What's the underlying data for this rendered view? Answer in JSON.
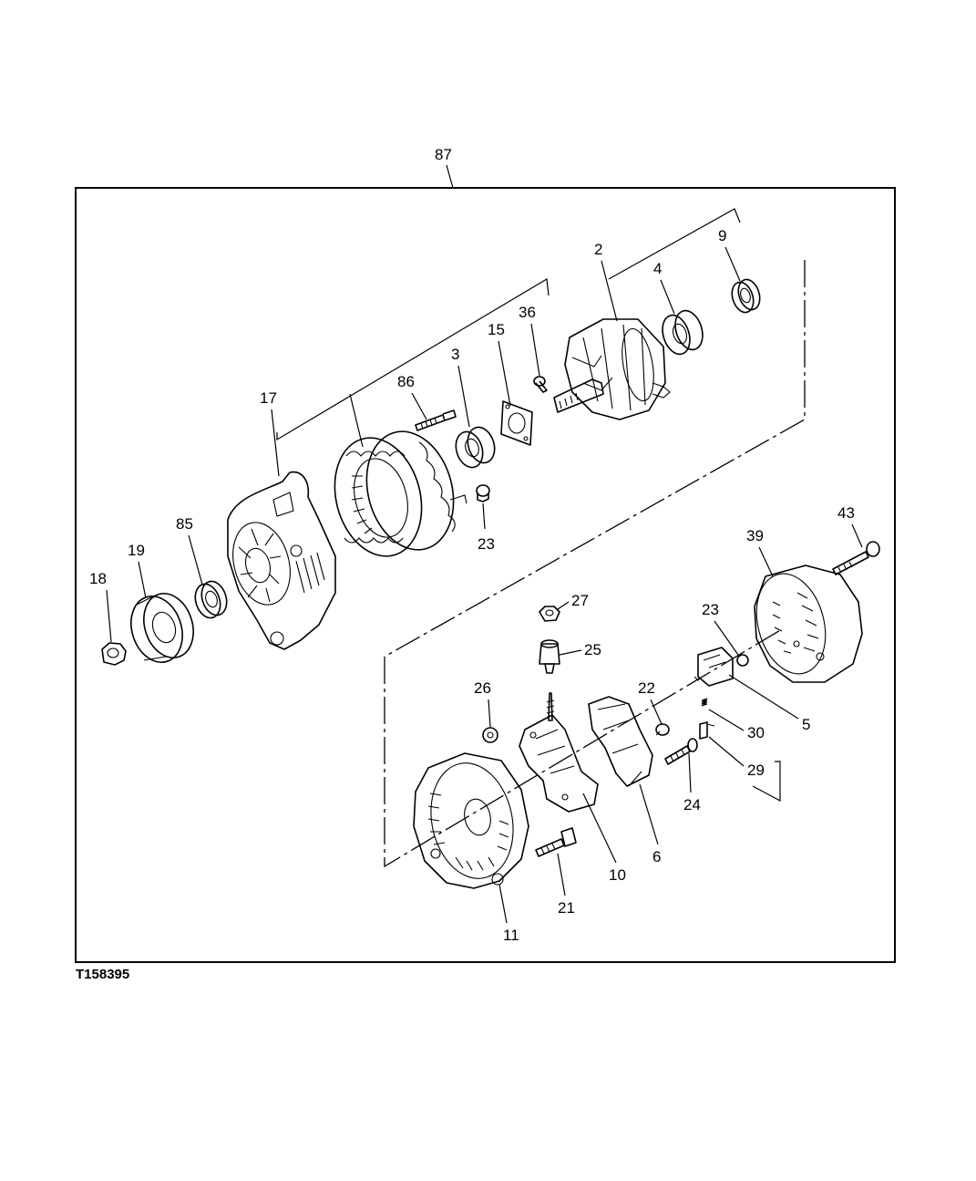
{
  "figure": {
    "id": "T158395",
    "assembly_label": "87"
  },
  "callouts": {
    "c2": "2",
    "c3": "3",
    "c4": "4",
    "c5": "5",
    "c6": "6",
    "c9": "9",
    "c10": "10",
    "c11": "11",
    "c15": "15",
    "c17": "17",
    "c18": "18",
    "c19": "19",
    "c21": "21",
    "c22": "22",
    "c23a": "23",
    "c23b": "23",
    "c24": "24",
    "c25": "25",
    "c26": "26",
    "c27": "27",
    "c29": "29",
    "c30": "30",
    "c36": "36",
    "c39": "39",
    "c43": "43",
    "c85": "85",
    "c86": "86"
  }
}
